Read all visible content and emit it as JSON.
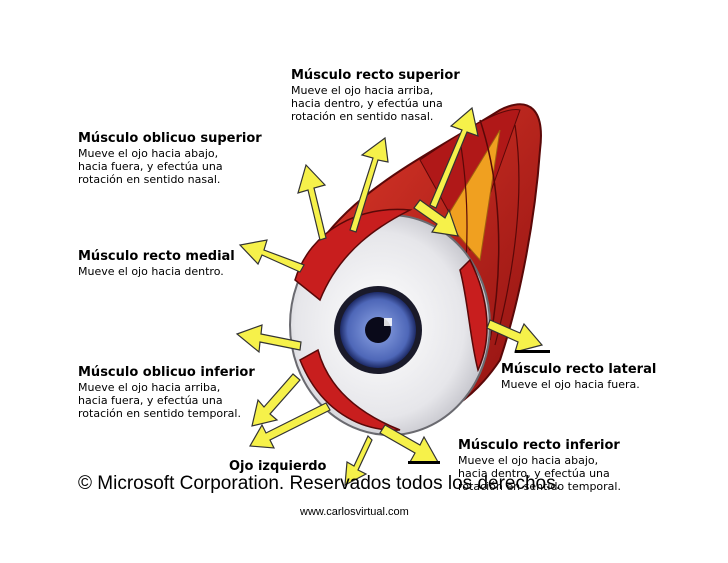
{
  "labels": {
    "recto_superior": {
      "title": "Músculo recto superior",
      "desc": "Mueve el ojo hacia arriba,\nhacia dentro, y efectúa una\nrotación en sentido nasal."
    },
    "oblicuo_superior": {
      "title": "Músculo oblicuo superior",
      "desc": "Mueve el ojo hacia abajo,\nhacia fuera, y efectúa una\nrotación en sentido nasal."
    },
    "recto_medial": {
      "title": "Músculo recto medial",
      "desc": "Mueve el ojo hacia dentro."
    },
    "oblicuo_inferior": {
      "title": "Músculo oblicuo inferior",
      "desc": "Mueve el ojo hacia arriba,\nhacia fuera, y efectúa una\nrotación en sentido temporal."
    },
    "recto_lateral": {
      "title": "Músculo recto lateral",
      "desc": "Mueve el ojo hacia fuera."
    },
    "recto_inferior": {
      "title": "Músculo recto inferior",
      "desc": "Mueve el ojo hacia abajo,\nhacia dentro, y efectúa una\nrotación en sentido temporal."
    }
  },
  "eye_caption": "Ojo izquierdo",
  "copyright": "© Microsoft Corporation. Reservados todos los derechos.",
  "website": "www.carlosvirtual.com",
  "colors": {
    "muscle": "#c81e1e",
    "muscle_dark": "#7a0c0c",
    "sclera": "#f1f1f4",
    "iris": "#5b78c8",
    "pupil": "#0a0a1a",
    "arrow": "#f6f14a",
    "tendon": "#f0a020"
  }
}
